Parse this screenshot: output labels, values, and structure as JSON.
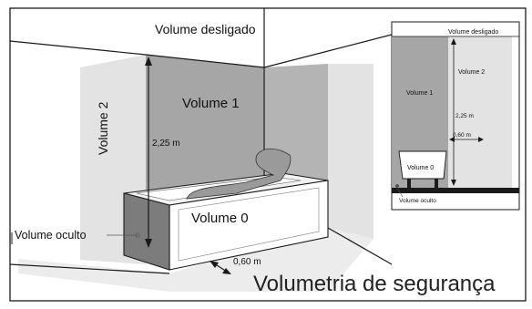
{
  "labels": {
    "volume_desligado": "Volume desligado",
    "volume_1": "Volume 1",
    "volume_2": "Volume 2",
    "volume_0": "Volume 0",
    "height": "2,25 m",
    "width": "0,60 m",
    "volume_oculto": "Volume oculto",
    "title": "Volumetria de segurança"
  },
  "inset": {
    "volume_desligado": "Volume desligado",
    "volume_2": "Volume 2",
    "volume_1": "Volume 1",
    "height": "2,25 m",
    "width": "0,60 m",
    "volume_0": "Volume 0",
    "volume_oculto": "Volume oculto"
  },
  "colors": {
    "volume_1": "#a6a6a6",
    "volume_2": "#e3e3e3",
    "volume_0": "#7c7c7c",
    "floor": "#ececec",
    "line": "#1a1a1a"
  }
}
